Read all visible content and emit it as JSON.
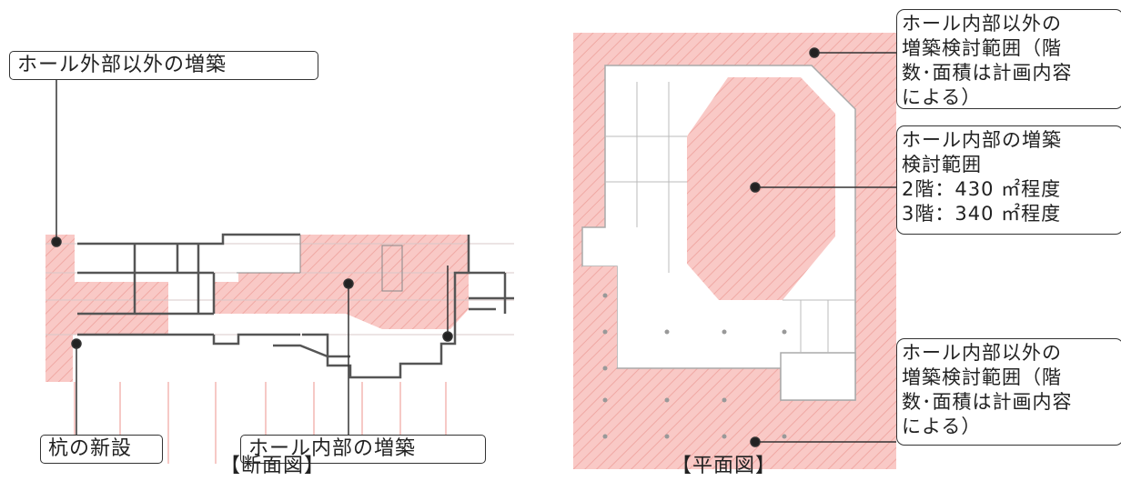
{
  "colors": {
    "hatch_fill": "#f9c9c6",
    "hatch_line": "#f0a9a4",
    "outline": "#444444"
  },
  "section": {
    "caption": "【断面図】",
    "labels": {
      "extension_outside_hall": "ホール外部以外の増築",
      "new_piles": "杭の新設",
      "extension_inside_hall": "ホール内部の増築"
    }
  },
  "plan": {
    "caption": "【平面図】",
    "callouts": [
      {
        "lines": [
          "ホール内部以外の",
          "増築検討範囲（階",
          "数･面積は計画内容",
          "による）"
        ]
      },
      {
        "lines": [
          "ホール内部の増築",
          "検討範囲",
          "2階：430 ㎡程度",
          "3階：340 ㎡程度"
        ]
      },
      {
        "lines": [
          "ホール内部以外の",
          "増築検討範囲（階",
          "数･面積は計画内容",
          "による）"
        ]
      }
    ]
  }
}
